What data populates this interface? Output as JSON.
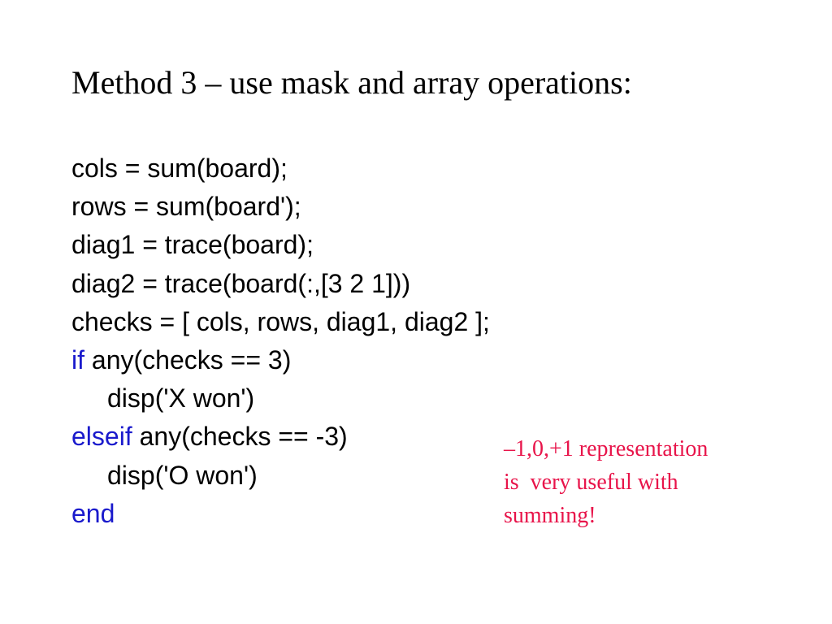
{
  "slide": {
    "title": "Method 3 – use mask and array operations:",
    "code": {
      "line1": "cols = sum(board);",
      "line2": "rows = sum(board');",
      "line3": "diag1 = trace(board);",
      "line4": "diag2 = trace(board(:,[3 2 1]))",
      "line5": "checks = [ cols, rows, diag1, diag2 ];",
      "line6_keyword": "if",
      "line6_rest": " any(checks == 3)",
      "line7": "disp('X won')",
      "line8_keyword": "elseif",
      "line8_rest": " any(checks == -3)",
      "line9": "disp('O won')",
      "line10_keyword": "end"
    },
    "note": {
      "line1": "–1,0,+1 representation",
      "line2": "is  very useful with",
      "line3": "summing!"
    },
    "colors": {
      "text": "#000000",
      "keyword": "#1a1acc",
      "note": "#e8144a",
      "background": "#ffffff"
    }
  }
}
